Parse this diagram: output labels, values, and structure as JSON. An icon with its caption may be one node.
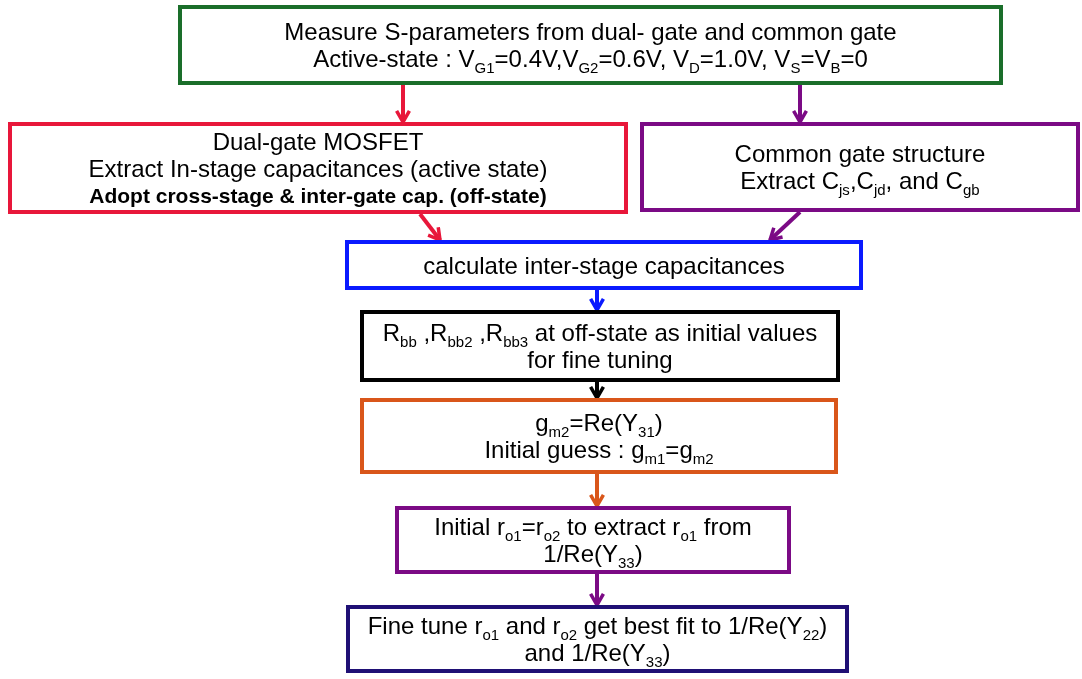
{
  "diagram": {
    "nodes": [
      {
        "text": [
          "Measure S-parameters from dual- gate and common gate",
          "Active-state : V$_{G1}$=0.4V,V$_{G2}$=0.6V, V$_{D}$=1.0V, V$_{S}$=V$_{B}$=0"
        ]
      },
      {
        "text": [
          "Dual-gate MOSFET",
          "Extract In-stage capacitances (active state)",
          "**Adopt cross-stage & inter-gate cap. (off-state**)"
        ]
      },
      {
        "text": [
          "Common gate structure",
          "Extract C$_{js}$,C$_{jd}$, and C$_{gb}$"
        ]
      },
      {
        "text": [
          "calculate inter-stage capacitances"
        ]
      },
      {
        "text": [
          "R$_{bb}$ ,R$_{bb2}$ ,R$_{bb3}$ at off-state as initial values for fine tuning"
        ]
      },
      {
        "text": [
          "g$_{m2}$=Re(Y$_{31}$)",
          "Initial guess : g$_{m1}$=g$_{m2}$"
        ]
      },
      {
        "text": [
          "Initial r$_{o1}$=r$_{o2}$ to extract r$_{o1}$ from 1/Re(Y$_{33}$)"
        ]
      },
      {
        "text": [
          "Fine tune r$_{o1}$ and r$_{o2}$ get best fit to 1/Re(Y$_{22}$) and 1/Re(Y$_{33}$)"
        ]
      }
    ],
    "edges": [
      {
        "from": 0,
        "to": 1,
        "arrow": "to",
        "color": "#e8173a"
      },
      {
        "from": 0,
        "to": 2,
        "arrow": "to",
        "color": "#7b0a85"
      },
      {
        "from": 1,
        "to": 3,
        "arrow": "to",
        "color": "#e8173a"
      },
      {
        "from": 2,
        "to": 3,
        "arrow": "to",
        "color": "#7b0a85"
      },
      {
        "from": 3,
        "to": 4,
        "arrow": "to",
        "color": "#0a1aff"
      },
      {
        "from": 4,
        "to": 5,
        "arrow": "to",
        "color": "#000000"
      },
      {
        "from": 5,
        "to": 6,
        "arrow": "to",
        "color": "#d9561a"
      },
      {
        "from": 6,
        "to": 7,
        "arrow": "to",
        "color": "#7b0a85"
      }
    ]
  }
}
